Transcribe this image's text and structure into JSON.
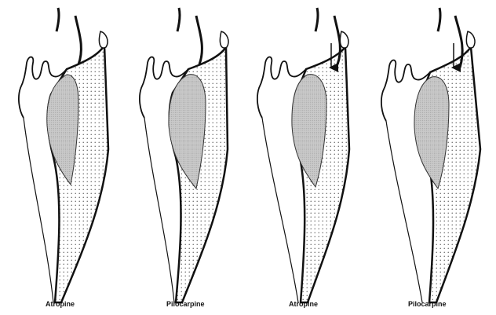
{
  "panels": [
    {
      "label": "Atropine",
      "arrow": false
    },
    {
      "label": "Pilocarpine",
      "arrow": false
    },
    {
      "label": "Atropine",
      "arrow": true
    },
    {
      "label": "Pilocarpine",
      "arrow": true
    }
  ],
  "colors": {
    "ink": "#111111",
    "lens_fill": "#c9c9c9",
    "paper": "#ffffff"
  }
}
